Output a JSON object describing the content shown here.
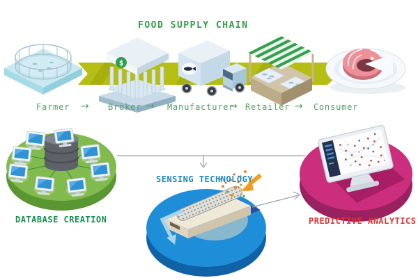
{
  "supply_chain": {
    "title": "FOOD SUPPLY CHAIN",
    "arrow": "→",
    "bank_dollar_sign": "$",
    "steps": [
      {
        "label": "Farmer",
        "icon": "fish-pond-icon"
      },
      {
        "label": "Broker",
        "icon": "bank-icon"
      },
      {
        "label": "Manufacturer",
        "icon": "delivery-truck-icon"
      },
      {
        "label": "Retailer",
        "icon": "market-stall-icon"
      },
      {
        "label": "Consumer",
        "icon": "salmon-plate-icon"
      }
    ]
  },
  "process": {
    "nodes": [
      {
        "id": "database-creation",
        "label": "DATABASE CREATION",
        "icon": "database-network-icon",
        "accent": "#12914d",
        "disc_color": "#82bb4d"
      },
      {
        "id": "sensing-technology",
        "label": "SENSING TECHNOLOGY",
        "icon": "nanotube-sensor-icon",
        "accent": "#1a87c2",
        "disc_color": "#1f8ed8"
      },
      {
        "id": "predictive-analytics",
        "label": "PREDICTIVE ANALYTICS",
        "icon": "analytics-monitor-icon",
        "accent": "#e23434",
        "disc_color": "#cb2e7d"
      }
    ],
    "connections": [
      {
        "from": "database-creation",
        "to": "predictive-analytics",
        "style": "plain-line"
      },
      {
        "from": "database-creation",
        "to": "sensing-technology",
        "style": "arrow-down"
      },
      {
        "from": "sensing-technology",
        "to": "predictive-analytics",
        "style": "arrow"
      }
    ]
  },
  "colors": {
    "band_olive": "#b5be12",
    "chain_text_green": "#4fa163",
    "title_green": "#2f9e48",
    "database_green": "#12914d",
    "sensing_blue": "#1a87c2",
    "predictive_red": "#e23434",
    "disc_green": "#82bb4d",
    "disc_blue": "#1f8ed8",
    "disc_pink": "#cb2e7d",
    "connector_grey": "#9aa0a6"
  }
}
